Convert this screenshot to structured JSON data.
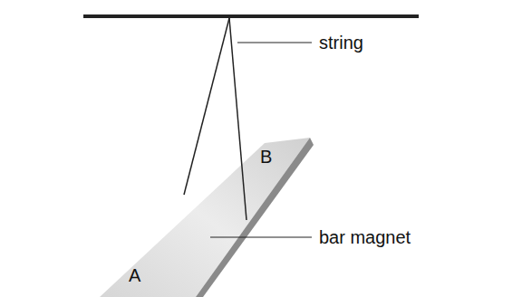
{
  "diagram": {
    "labels": [
      "string",
      "B",
      "A",
      "bar magnet"
    ]
  }
}
